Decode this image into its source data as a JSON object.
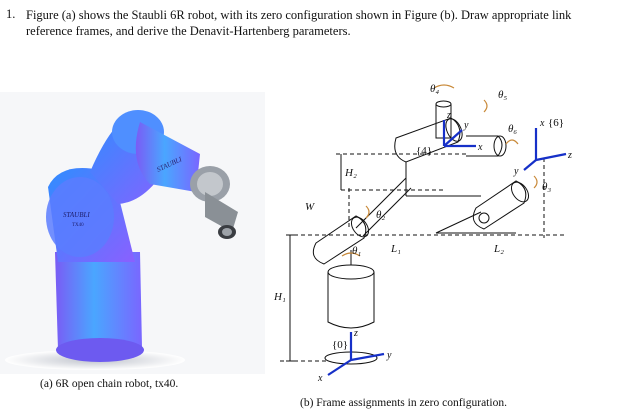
{
  "question": {
    "number": "1.",
    "text": "Figure (a) shows the Staubli 6R robot, with its zero configuration shown in Figure (b). Draw appropriate link reference frames, and derive the Denavit-Hartenberg parameters."
  },
  "figure_a": {
    "caption": "(a) 6R open chain robot, tx40.",
    "brand_upper": "STAUBLI",
    "brand_lower": "STAUBLI",
    "model": "TX40"
  },
  "figure_b": {
    "caption": "(b) Frame assignments in zero configuration.",
    "labels": {
      "theta1": "θ₁",
      "theta2": "θ₂",
      "theta3": "θ₃",
      "theta4": "θ₄",
      "theta5": "θ₅",
      "theta6": "θ₆",
      "H1": "H₁",
      "H2": "H₂",
      "W": "W",
      "L1": "L₁",
      "L2": "L₂",
      "frame0": "{0}",
      "frame4": "{4}",
      "frame6": "{6}",
      "x": "x",
      "y": "y",
      "z": "z"
    }
  }
}
